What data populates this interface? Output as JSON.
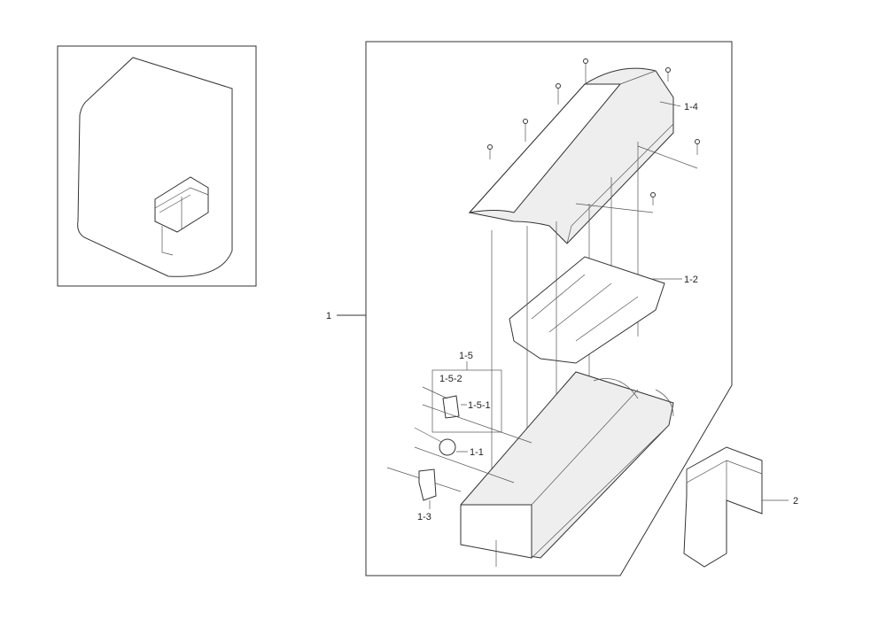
{
  "labels": {
    "assembly": "1",
    "duct_cover": "1-4",
    "heater_plate": "1-2",
    "thermostat_group": "1-5",
    "thermostat_screw": "1-5-2",
    "thermostat": "1-5-1",
    "fuse": "1-1",
    "clip": "1-3",
    "bracket": "2"
  }
}
